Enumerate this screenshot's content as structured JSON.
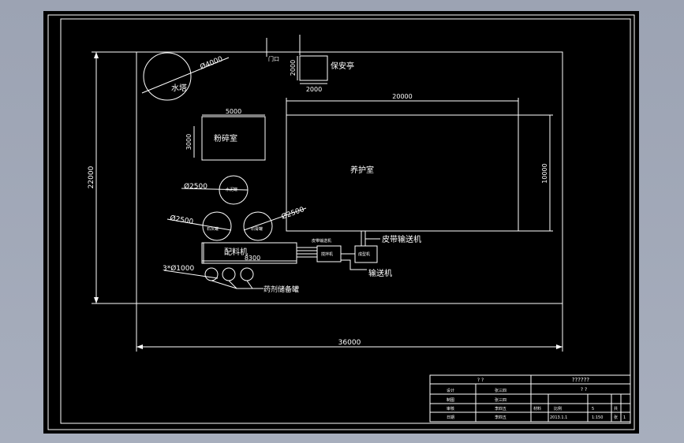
{
  "water_tower": {
    "label": "水塔",
    "diameter": "Ø4000"
  },
  "gate": {
    "label": "门口"
  },
  "guard_booth": {
    "label": "保安亭",
    "width": "2000",
    "height": "2000"
  },
  "crushing_room": {
    "label": "粉碎室",
    "width": "5000",
    "height": "3000"
  },
  "curing_room": {
    "label": "养护室",
    "width": "20000",
    "height": "10000"
  },
  "overall": {
    "width": "36000",
    "height": "22000"
  },
  "mixer_tank": {
    "diameter": "Ø2500",
    "label": "水泥罐"
  },
  "storage_tanks": {
    "diameter_left": "Ø2500",
    "diameter_right": "Ø2500",
    "label_left": "石灰罐",
    "label_right": "石膏罐"
  },
  "batching_machine": {
    "label": "配料机",
    "length": "8300"
  },
  "small_conveyor": {
    "label": "皮带输送机"
  },
  "mixer_box1": {
    "label": "搅拌机"
  },
  "mixer_box2": {
    "label": "成型机"
  },
  "belt_conveyor": {
    "label": "皮带输送机"
  },
  "conveyor": {
    "label": "输送机"
  },
  "additive_tanks": {
    "count_diameter": "3*Ø1000",
    "label": "药剂储备罐"
  },
  "title_block": {
    "title": "??????",
    "subtitle": "? ?",
    "stage": "? ?",
    "r1_left": "设计",
    "r1_mid": "张三四",
    "r2_left": "制图",
    "r2_mid": "张三四",
    "r3_left": "审核",
    "r3_mid": "李四五",
    "r4_left": "日期",
    "r4_mid": "李四五",
    "r3_c5": "材料",
    "r3_c6": "比例",
    "r3_c7": "5",
    "r4_c5": "2013.1.1",
    "r4_c6": "1:150",
    "r4_c7": "1",
    "r3_c8": "共",
    "r4_c8": "张"
  }
}
